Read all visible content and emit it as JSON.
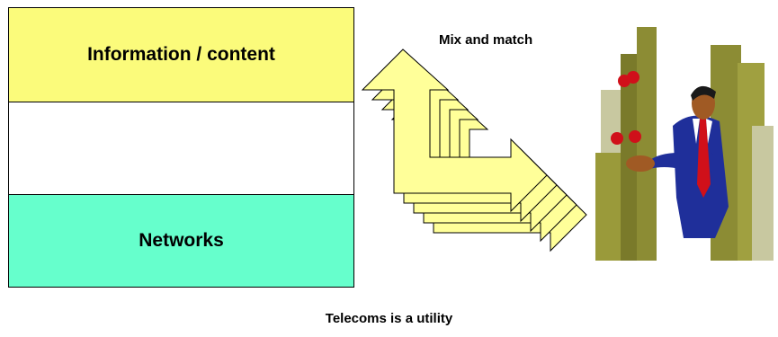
{
  "layers": {
    "top_label": "Information / content",
    "middle_label": "",
    "bottom_label": "Networks"
  },
  "diagram": {
    "mix_label": "Mix and match",
    "caption": "Telecoms is a utility",
    "arrow_count": 5
  },
  "colors": {
    "content_layer": "#fbfb7b",
    "network_layer": "#66ffcc",
    "arrow_fill": "#ffff99",
    "suit": "#1f2f9a",
    "tie": "#d0101a",
    "buildings": "#7a7a2a",
    "ball": "#d0101a"
  },
  "icons": {
    "figure": "juggling-businessman-clipart"
  }
}
